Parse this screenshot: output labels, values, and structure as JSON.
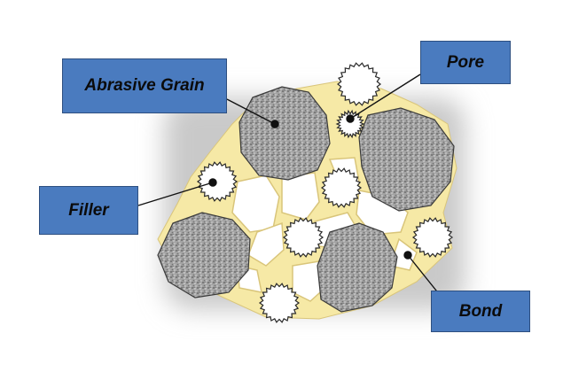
{
  "diagram": {
    "labels": {
      "abrasive_grain": "Abrasive Grain",
      "pore": "Pore",
      "filler": "Filler",
      "bond": "Bond"
    },
    "colors": {
      "callout_fill": "#4a7bbf",
      "callout_border": "#2d4f80",
      "bond": "#f6e9a6",
      "grain": "#9a9a9a",
      "pore": "#ffffff",
      "shadow": "#cfcfcf",
      "leader_line": "#111111"
    }
  }
}
